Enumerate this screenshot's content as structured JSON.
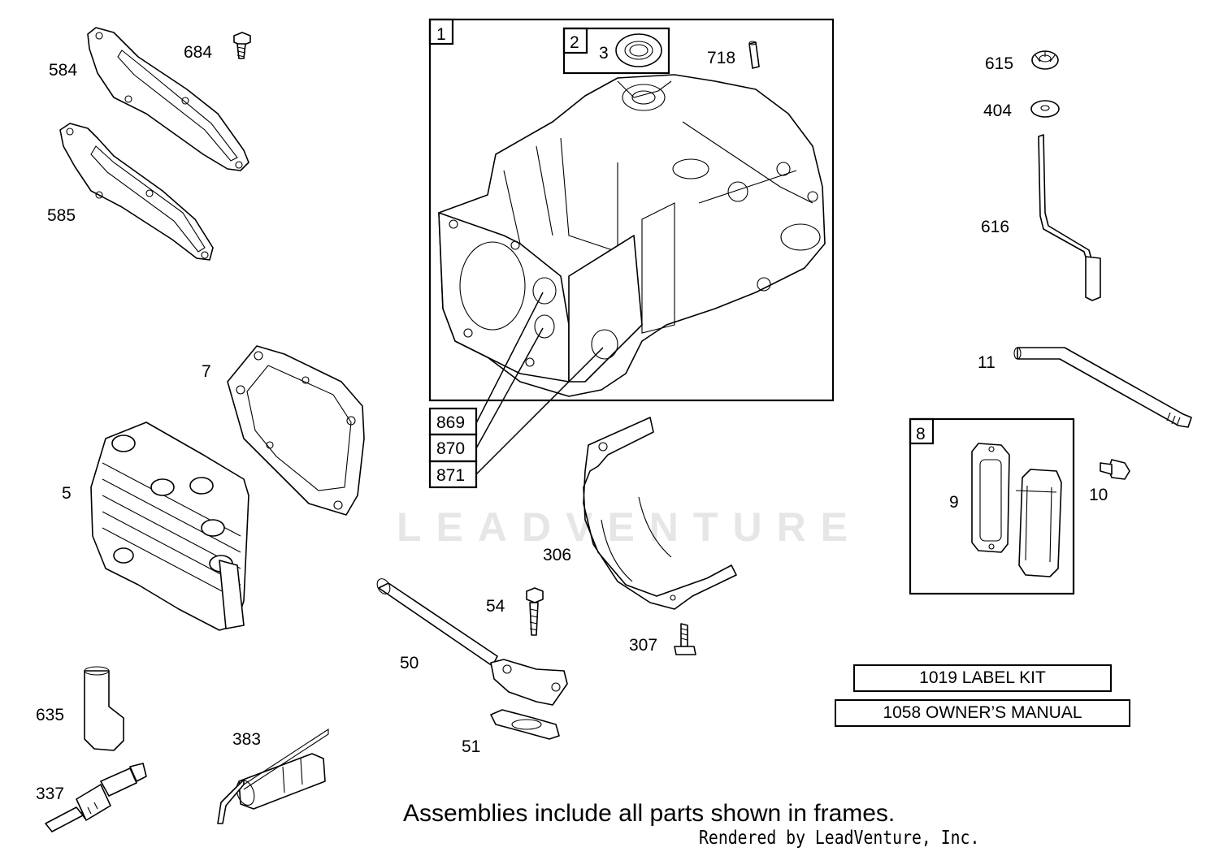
{
  "frames": {
    "main_frame_label": "1",
    "seal_frame_label": "2",
    "breather_frame_label": "8"
  },
  "callouts": {
    "p584": "584",
    "p684": "684",
    "p585": "585",
    "p3": "3",
    "p718": "718",
    "p615": "615",
    "p404": "404",
    "p616": "616",
    "p11": "11",
    "p7": "7",
    "p5": "5",
    "p869": "869",
    "p870": "870",
    "p871": "871",
    "p306": "306",
    "p9": "9",
    "p10": "10",
    "p54": "54",
    "p50": "50",
    "p307": "307",
    "p51": "51",
    "p635": "635",
    "p383": "383",
    "p337": "337"
  },
  "kits": {
    "label_kit": "1019 LABEL KIT",
    "owners_manual": "1058 OWNER’S MANUAL"
  },
  "footer_note": "Assemblies include all parts shown in frames.",
  "rendered_by": "Rendered by LeadVenture, Inc.",
  "watermark": "LEADVENTURE"
}
